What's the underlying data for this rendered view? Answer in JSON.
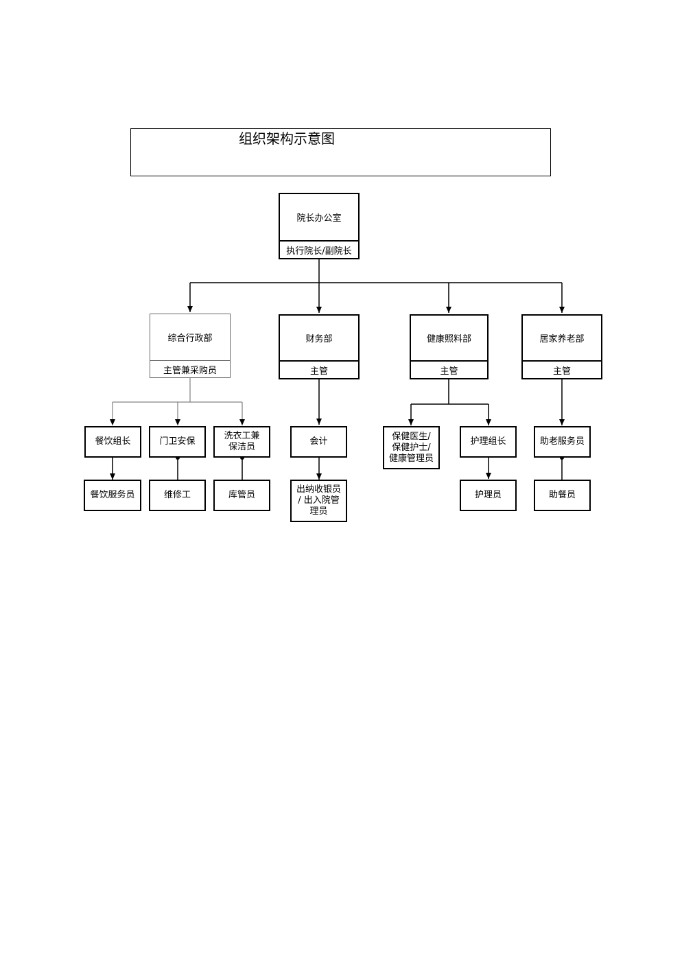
{
  "title": "组织架构示意图",
  "top": {
    "name": "院长办公室",
    "role": "执行院长/副院长"
  },
  "departments": [
    {
      "name": "综合行政部",
      "role": "主管兼采购员"
    },
    {
      "name": "财务部",
      "role": "主管"
    },
    {
      "name": "健康照料部",
      "role": "主管"
    },
    {
      "name": "居家养老部",
      "role": "主管"
    }
  ],
  "positions": {
    "catering_leader": "餐饮组长",
    "catering_staff": "餐饮服务员",
    "security": "门卫安保",
    "maintenance": "维修工",
    "laundry": "洗衣工兼\n保洁员",
    "warehouse": "库管员",
    "accountant": "会计",
    "cashier": "出纳收银员\n/ 出入院管\n理员",
    "health_staff": "保健医生/\n保健护士/\n健康管理员",
    "nursing_leader": "护理组长",
    "nurse": "护理员",
    "elderly_service": "助老服务员",
    "meal_helper": "助餐员"
  }
}
